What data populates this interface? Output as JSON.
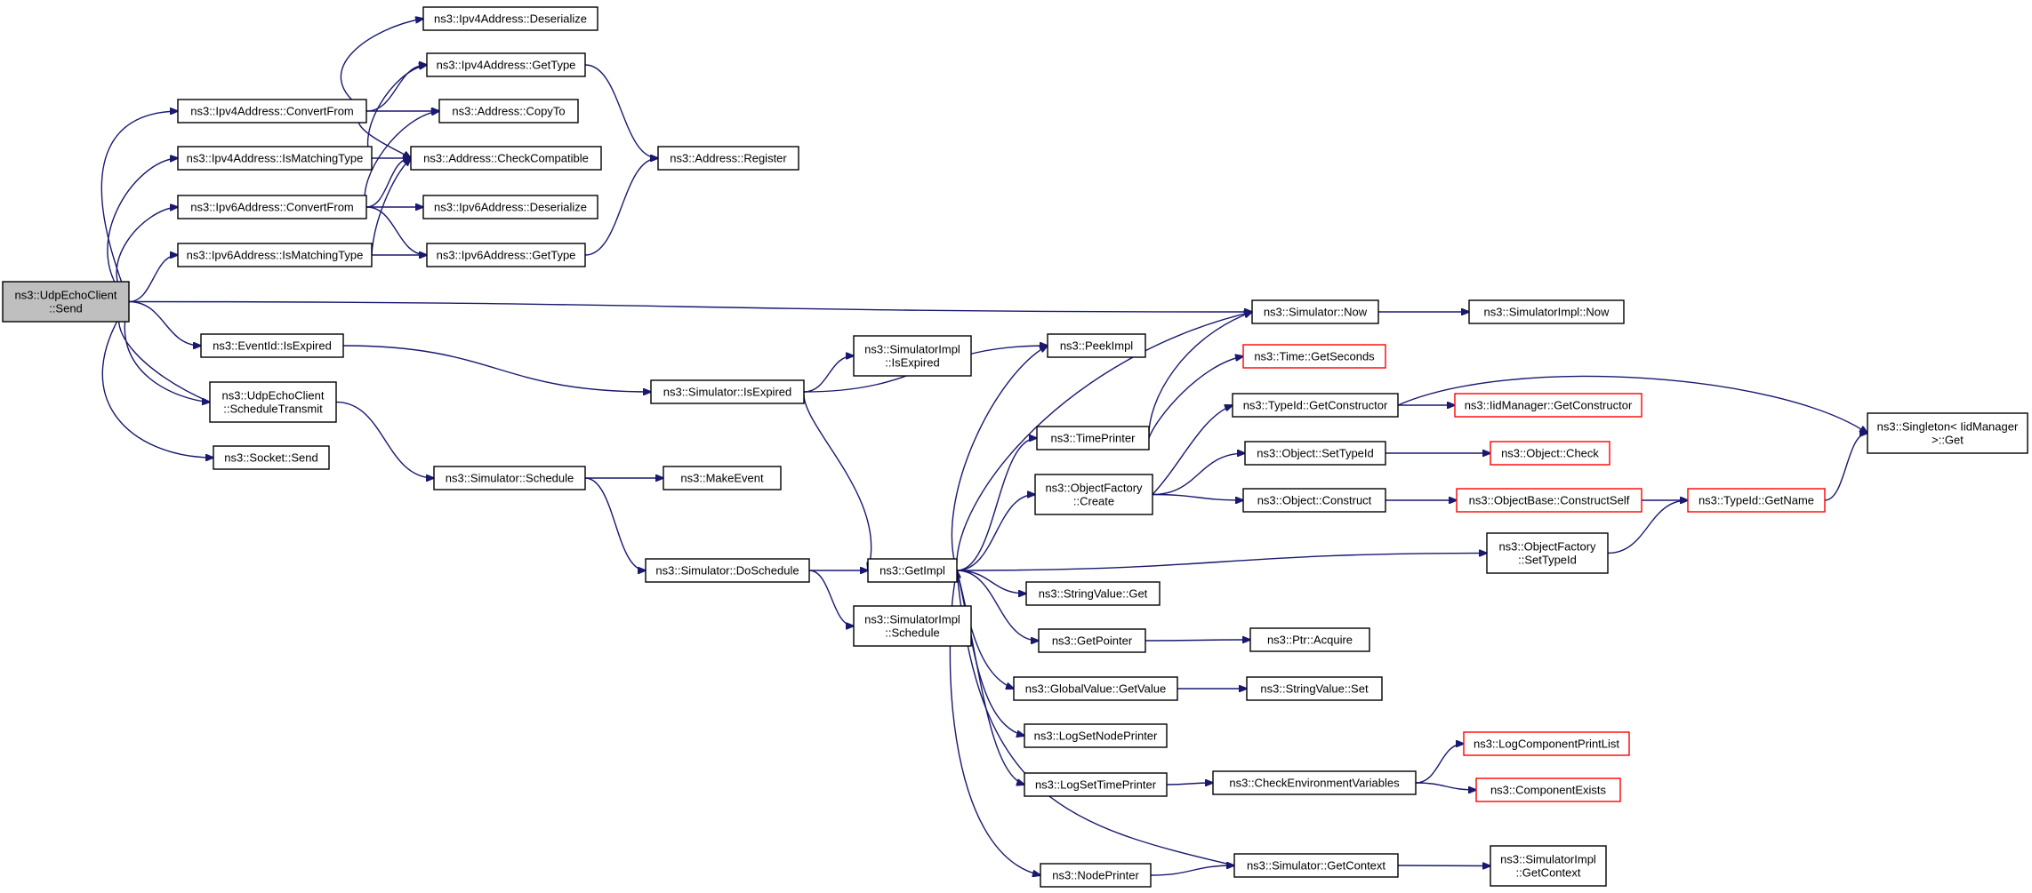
{
  "graph": {
    "colors": {
      "edge": "#191970",
      "node_border": "#000000",
      "truncated_border": "#ff0000",
      "root_fill": "#bfbfbf"
    },
    "nodes": [
      {
        "id": "n0",
        "lines": [
          "ns3::UdpEchoClient",
          "::Send"
        ],
        "root": true
      },
      {
        "id": "n1",
        "lines": [
          "ns3::Ipv4Address::ConvertFrom"
        ]
      },
      {
        "id": "n2",
        "lines": [
          "ns3::Ipv4Address::IsMatchingType"
        ]
      },
      {
        "id": "n3",
        "lines": [
          "ns3::Ipv6Address::ConvertFrom"
        ]
      },
      {
        "id": "n4",
        "lines": [
          "ns3::Ipv6Address::IsMatchingType"
        ]
      },
      {
        "id": "n5",
        "lines": [
          "ns3::EventId::IsExpired"
        ]
      },
      {
        "id": "n6",
        "lines": [
          "ns3::UdpEchoClient",
          "::ScheduleTransmit"
        ]
      },
      {
        "id": "n7",
        "lines": [
          "ns3::Socket::Send"
        ]
      },
      {
        "id": "n8",
        "lines": [
          "ns3::Ipv4Address::Deserialize"
        ]
      },
      {
        "id": "n9",
        "lines": [
          "ns3::Ipv4Address::GetType"
        ]
      },
      {
        "id": "n10",
        "lines": [
          "ns3::Address::CopyTo"
        ]
      },
      {
        "id": "n11",
        "lines": [
          "ns3::Address::CheckCompatible"
        ]
      },
      {
        "id": "n12",
        "lines": [
          "ns3::Ipv6Address::Deserialize"
        ]
      },
      {
        "id": "n13",
        "lines": [
          "ns3::Ipv6Address::GetType"
        ]
      },
      {
        "id": "n14",
        "lines": [
          "ns3::Address::Register"
        ]
      },
      {
        "id": "n15",
        "lines": [
          "ns3::Simulator::IsExpired"
        ]
      },
      {
        "id": "n16",
        "lines": [
          "ns3::Simulator::Schedule"
        ]
      },
      {
        "id": "n17",
        "lines": [
          "ns3::MakeEvent"
        ]
      },
      {
        "id": "n18",
        "lines": [
          "ns3::Simulator::DoSchedule"
        ]
      },
      {
        "id": "n19",
        "lines": [
          "ns3::SimulatorImpl",
          "::IsExpired"
        ]
      },
      {
        "id": "n20",
        "lines": [
          "ns3::SimulatorImpl",
          "::Schedule"
        ]
      },
      {
        "id": "n21",
        "lines": [
          "ns3::PeekImpl"
        ]
      },
      {
        "id": "n22",
        "lines": [
          "ns3::GetImpl"
        ]
      },
      {
        "id": "n23",
        "lines": [
          "ns3::TimePrinter"
        ]
      },
      {
        "id": "n24",
        "lines": [
          "ns3::ObjectFactory",
          "::Create"
        ]
      },
      {
        "id": "n25",
        "lines": [
          "ns3::StringValue::Get"
        ]
      },
      {
        "id": "n26",
        "lines": [
          "ns3::GetPointer"
        ]
      },
      {
        "id": "n27",
        "lines": [
          "ns3::GlobalValue::GetValue"
        ]
      },
      {
        "id": "n28",
        "lines": [
          "ns3::LogSetNodePrinter"
        ]
      },
      {
        "id": "n29",
        "lines": [
          "ns3::LogSetTimePrinter"
        ]
      },
      {
        "id": "n30",
        "lines": [
          "ns3::NodePrinter"
        ]
      },
      {
        "id": "n31",
        "lines": [
          "ns3::Simulator::Now"
        ]
      },
      {
        "id": "n32",
        "lines": [
          "ns3::Time::GetSeconds"
        ],
        "truncated": true
      },
      {
        "id": "n33",
        "lines": [
          "ns3::TypeId::GetConstructor"
        ]
      },
      {
        "id": "n34",
        "lines": [
          "ns3::Object::SetTypeId"
        ]
      },
      {
        "id": "n35",
        "lines": [
          "ns3::Object::Construct"
        ]
      },
      {
        "id": "n36",
        "lines": [
          "ns3::Ptr::Acquire"
        ]
      },
      {
        "id": "n37",
        "lines": [
          "ns3::StringValue::Set"
        ]
      },
      {
        "id": "n38",
        "lines": [
          "ns3::CheckEnvironmentVariables"
        ]
      },
      {
        "id": "n39",
        "lines": [
          "ns3::Simulator::GetContext"
        ]
      },
      {
        "id": "n40",
        "lines": [
          "ns3::SimulatorImpl::Now"
        ]
      },
      {
        "id": "n41",
        "lines": [
          "ns3::IidManager::GetConstructor"
        ],
        "truncated": true
      },
      {
        "id": "n42",
        "lines": [
          "ns3::Object::Check"
        ],
        "truncated": true
      },
      {
        "id": "n43",
        "lines": [
          "ns3::ObjectBase::ConstructSelf"
        ],
        "truncated": true
      },
      {
        "id": "n44",
        "lines": [
          "ns3::ObjectFactory",
          "::SetTypeId"
        ]
      },
      {
        "id": "n45",
        "lines": [
          "ns3::LogComponentPrintList"
        ],
        "truncated": true
      },
      {
        "id": "n46",
        "lines": [
          "ns3::ComponentExists"
        ],
        "truncated": true
      },
      {
        "id": "n47",
        "lines": [
          "ns3::SimulatorImpl",
          "::GetContext"
        ]
      },
      {
        "id": "n48",
        "lines": [
          "ns3::TypeId::GetName"
        ],
        "truncated": true
      },
      {
        "id": "n49",
        "lines": [
          "ns3::Singleton< IidManager",
          "&gt;::Get"
        ]
      }
    ],
    "edges": [
      [
        "n0",
        "n1"
      ],
      [
        "n0",
        "n2"
      ],
      [
        "n0",
        "n3"
      ],
      [
        "n0",
        "n4"
      ],
      [
        "n0",
        "n5"
      ],
      [
        "n0",
        "n6"
      ],
      [
        "n0",
        "n7"
      ],
      [
        "n0",
        "n31"
      ],
      [
        "n6",
        "n0"
      ],
      [
        "n1",
        "n8"
      ],
      [
        "n1",
        "n9"
      ],
      [
        "n1",
        "n10"
      ],
      [
        "n1",
        "n11"
      ],
      [
        "n2",
        "n9"
      ],
      [
        "n2",
        "n11"
      ],
      [
        "n3",
        "n10"
      ],
      [
        "n3",
        "n11"
      ],
      [
        "n3",
        "n12"
      ],
      [
        "n3",
        "n13"
      ],
      [
        "n4",
        "n11"
      ],
      [
        "n4",
        "n13"
      ],
      [
        "n9",
        "n14"
      ],
      [
        "n13",
        "n14"
      ],
      [
        "n5",
        "n15"
      ],
      [
        "n6",
        "n16"
      ],
      [
        "n15",
        "n19"
      ],
      [
        "n15",
        "n21"
      ],
      [
        "n15",
        "n22"
      ],
      [
        "n16",
        "n17"
      ],
      [
        "n16",
        "n18"
      ],
      [
        "n18",
        "n20"
      ],
      [
        "n18",
        "n22"
      ],
      [
        "n22",
        "n21"
      ],
      [
        "n22",
        "n31"
      ],
      [
        "n22",
        "n23"
      ],
      [
        "n22",
        "n24"
      ],
      [
        "n22",
        "n44"
      ],
      [
        "n22",
        "n25"
      ],
      [
        "n22",
        "n26"
      ],
      [
        "n22",
        "n27"
      ],
      [
        "n22",
        "n28"
      ],
      [
        "n22",
        "n29"
      ],
      [
        "n22",
        "n30"
      ],
      [
        "n23",
        "n31"
      ],
      [
        "n23",
        "n32"
      ],
      [
        "n24",
        "n33"
      ],
      [
        "n24",
        "n34"
      ],
      [
        "n24",
        "n35"
      ],
      [
        "n26",
        "n36"
      ],
      [
        "n27",
        "n37"
      ],
      [
        "n29",
        "n38"
      ],
      [
        "n30",
        "n39"
      ],
      [
        "n39",
        "n22"
      ],
      [
        "n39",
        "n47"
      ],
      [
        "n31",
        "n40"
      ],
      [
        "n33",
        "n41"
      ],
      [
        "n33",
        "n49"
      ],
      [
        "n34",
        "n42"
      ],
      [
        "n35",
        "n43"
      ],
      [
        "n43",
        "n48"
      ],
      [
        "n44",
        "n48"
      ],
      [
        "n48",
        "n49"
      ],
      [
        "n38",
        "n45"
      ],
      [
        "n38",
        "n46"
      ]
    ]
  }
}
